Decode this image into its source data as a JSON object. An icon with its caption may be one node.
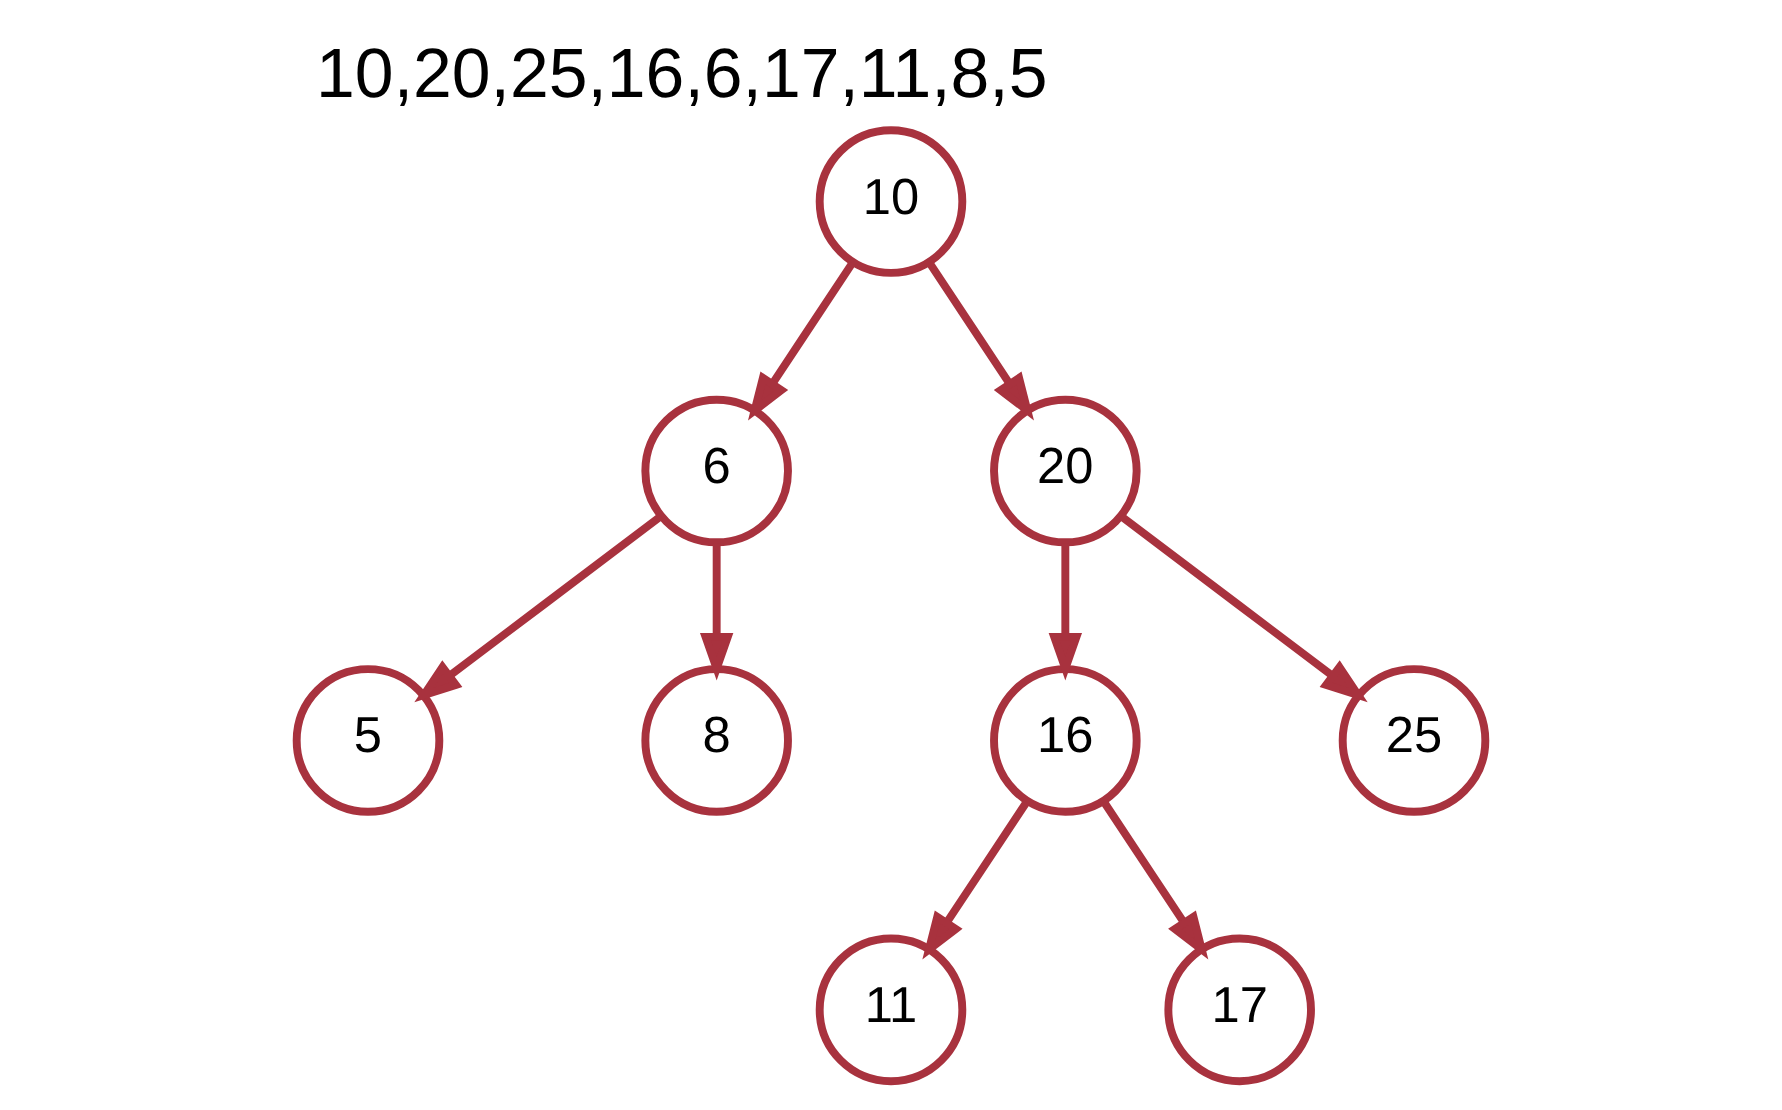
{
  "diagram": {
    "title": "10,20,25,16,6,17,11,8,5",
    "nodes": [
      {
        "text": [
          "10"
        ]
      },
      {
        "text": [
          "6"
        ]
      },
      {
        "text": [
          "20"
        ]
      },
      {
        "text": [
          "5"
        ]
      },
      {
        "text": [
          "8"
        ]
      },
      {
        "text": [
          "16"
        ]
      },
      {
        "text": [
          "25"
        ]
      },
      {
        "text": [
          "11"
        ]
      },
      {
        "text": [
          "17"
        ]
      }
    ],
    "edges": [
      {
        "from": 0,
        "to": 1,
        "arrow": "to"
      },
      {
        "from": 0,
        "to": 2,
        "arrow": "to"
      },
      {
        "from": 1,
        "to": 3,
        "arrow": "to"
      },
      {
        "from": 1,
        "to": 4,
        "arrow": "to"
      },
      {
        "from": 2,
        "to": 5,
        "arrow": "to"
      },
      {
        "from": 2,
        "to": 6,
        "arrow": "to"
      },
      {
        "from": 5,
        "to": 7,
        "arrow": "to"
      },
      {
        "from": 5,
        "to": 8,
        "arrow": "to"
      }
    ]
  }
}
